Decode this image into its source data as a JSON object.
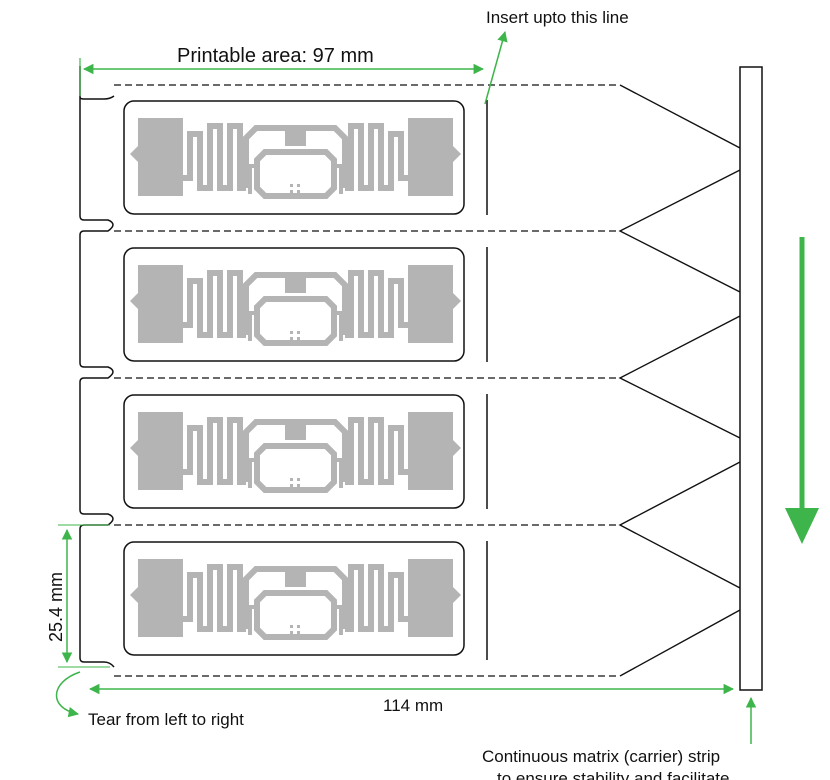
{
  "labels": {
    "insert_line": "Insert upto this line",
    "printable_area": "Printable area: 97 mm",
    "label_height": "25.4 mm",
    "total_width": "114 mm",
    "tear_direction": "Tear from left to right",
    "carrier_line1": "Continuous matrix (carrier) strip",
    "carrier_line2": "to ensure stability and facilitate"
  },
  "label_count": 4,
  "colors": {
    "dimension": "#3db54a",
    "antenna": "#b4b4b4",
    "outline": "#111111",
    "feed_arrow": "#3db54a"
  }
}
